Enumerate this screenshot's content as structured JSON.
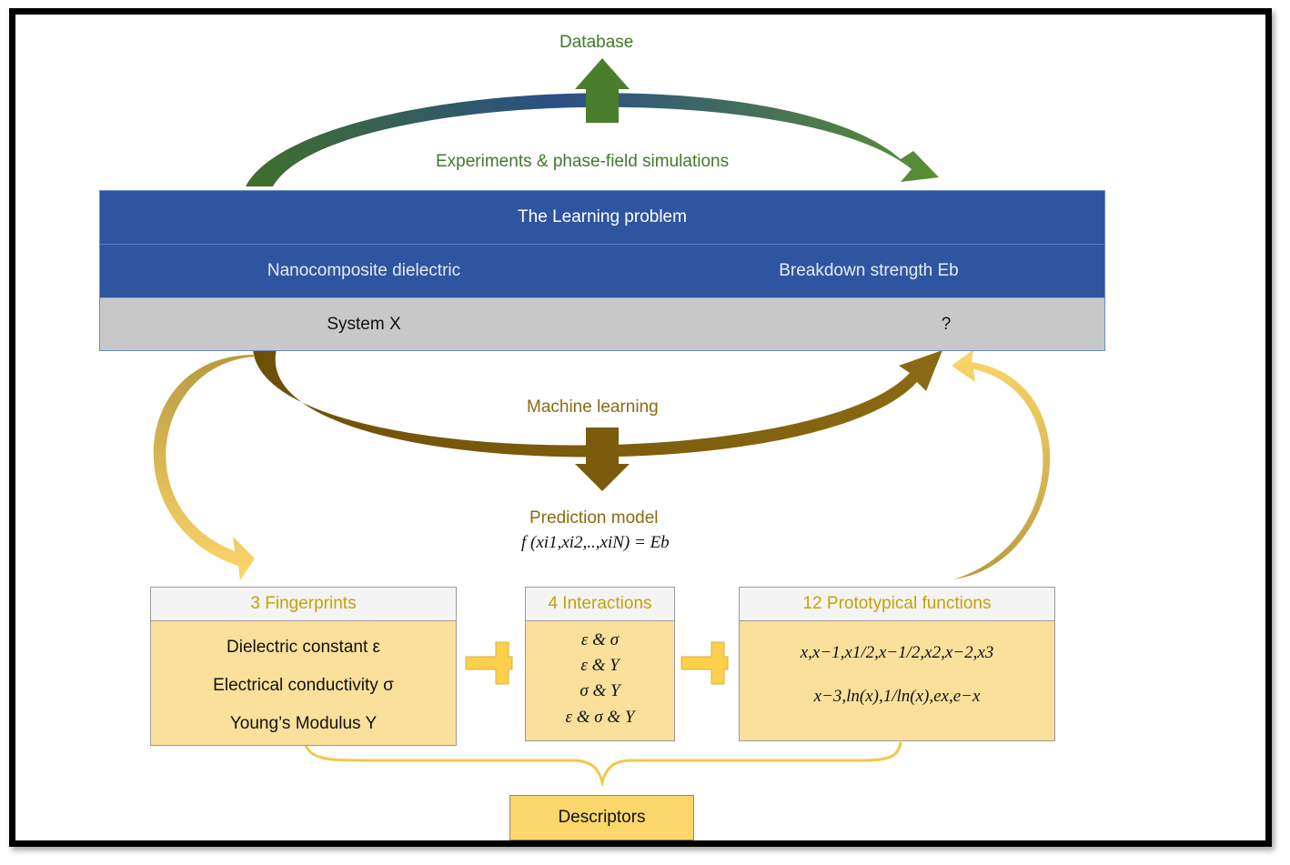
{
  "labels": {
    "database": "Database",
    "experiments": "Experiments & phase-field simulations",
    "machine_learning": "Machine learning",
    "prediction_model": "Prediction model",
    "model_equation": "f (xi1,xi2,..,xiN) = Eb"
  },
  "learning_table": {
    "title": "The Learning problem",
    "input_header": "Nanocomposite dielectric",
    "output_header": "Breakdown strength Eb",
    "input_value": "System X",
    "output_value": "?"
  },
  "fingerprints": {
    "title": "3 Fingerprints",
    "items": [
      "Dielectric constant ε",
      "Electrical conductivity σ",
      "Young’s Modulus Y"
    ]
  },
  "interactions": {
    "title": "4 Interactions",
    "items": [
      "ε & σ",
      "ε & Y",
      "σ & Y",
      "ε & σ & Y"
    ]
  },
  "prototypical_functions": {
    "title": "12 Prototypical functions",
    "lines": [
      "x,x−1,x1/2,x−1/2,x2,x−2,x3",
      "x−3,ln(x),1/ln(x),ex,e−x"
    ]
  },
  "descriptors": "Descriptors",
  "colors": {
    "table_blue": "#2f55a0",
    "table_gray": "#c8c8c8",
    "green_arrow": "#4a7e2c",
    "brown_arrow": "#7a5c0c",
    "yellow_box": "#fae09a",
    "descriptor_box": "#fbd66a"
  }
}
